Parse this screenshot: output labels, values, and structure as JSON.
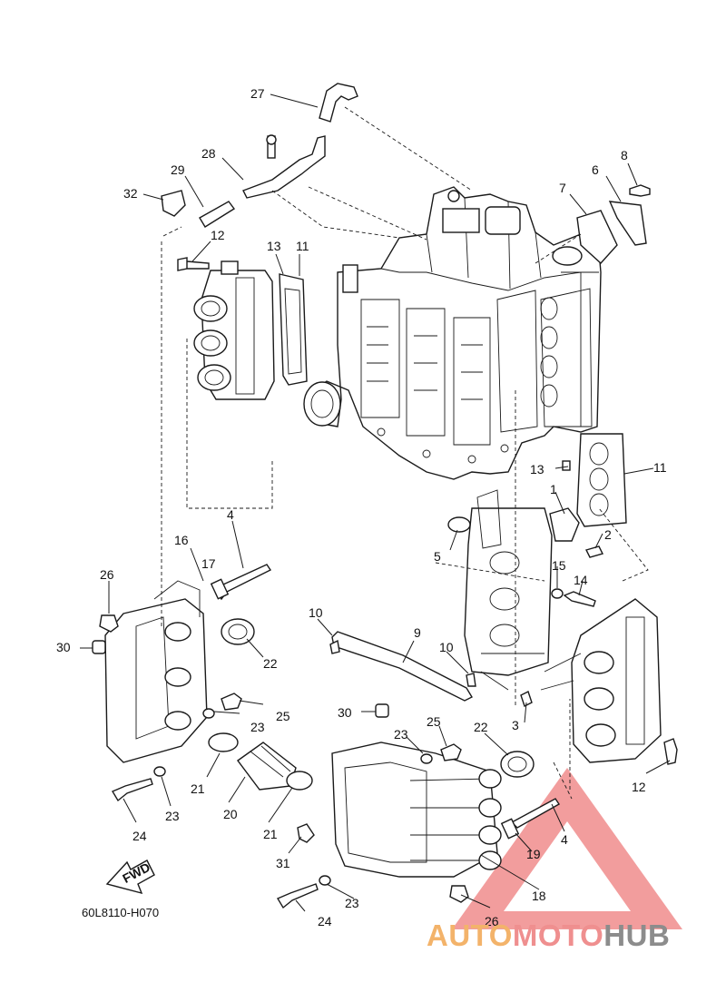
{
  "diagram_code": "60L8110-H070",
  "fwd_label": "FWD",
  "watermark": {
    "part1": "AUTO",
    "part2": "MOTO",
    "part3": "HUB"
  },
  "colors": {
    "line": "#1a1a1a",
    "watermark_triangle": "#f08c8c",
    "watermark_auto": "#f3b36a",
    "watermark_moto": "#ef8f8f",
    "watermark_hub": "#8c8c8c"
  },
  "callouts": {
    "c1": "1",
    "c2": "2",
    "c3": "3",
    "c4a": "4",
    "c4b": "4",
    "c5": "5",
    "c6": "6",
    "c7": "7",
    "c8": "8",
    "c9": "9",
    "c10a": "10",
    "c10b": "10",
    "c11a": "11",
    "c11b": "11",
    "c12a": "12",
    "c12b": "12",
    "c13a": "13",
    "c13b": "13",
    "c14": "14",
    "c15": "15",
    "c16": "16",
    "c17": "17",
    "c18": "18",
    "c19": "19",
    "c20": "20",
    "c21a": "21",
    "c21b": "21",
    "c22a": "22",
    "c22b": "22",
    "c23a": "23",
    "c23b": "23",
    "c23c": "23",
    "c23d": "23",
    "c24a": "24",
    "c24b": "24",
    "c25a": "25",
    "c25b": "25",
    "c26a": "26",
    "c26b": "26",
    "c27": "27",
    "c28": "28",
    "c29": "29",
    "c30a": "30",
    "c30b": "30",
    "c31": "31",
    "c32": "32"
  }
}
